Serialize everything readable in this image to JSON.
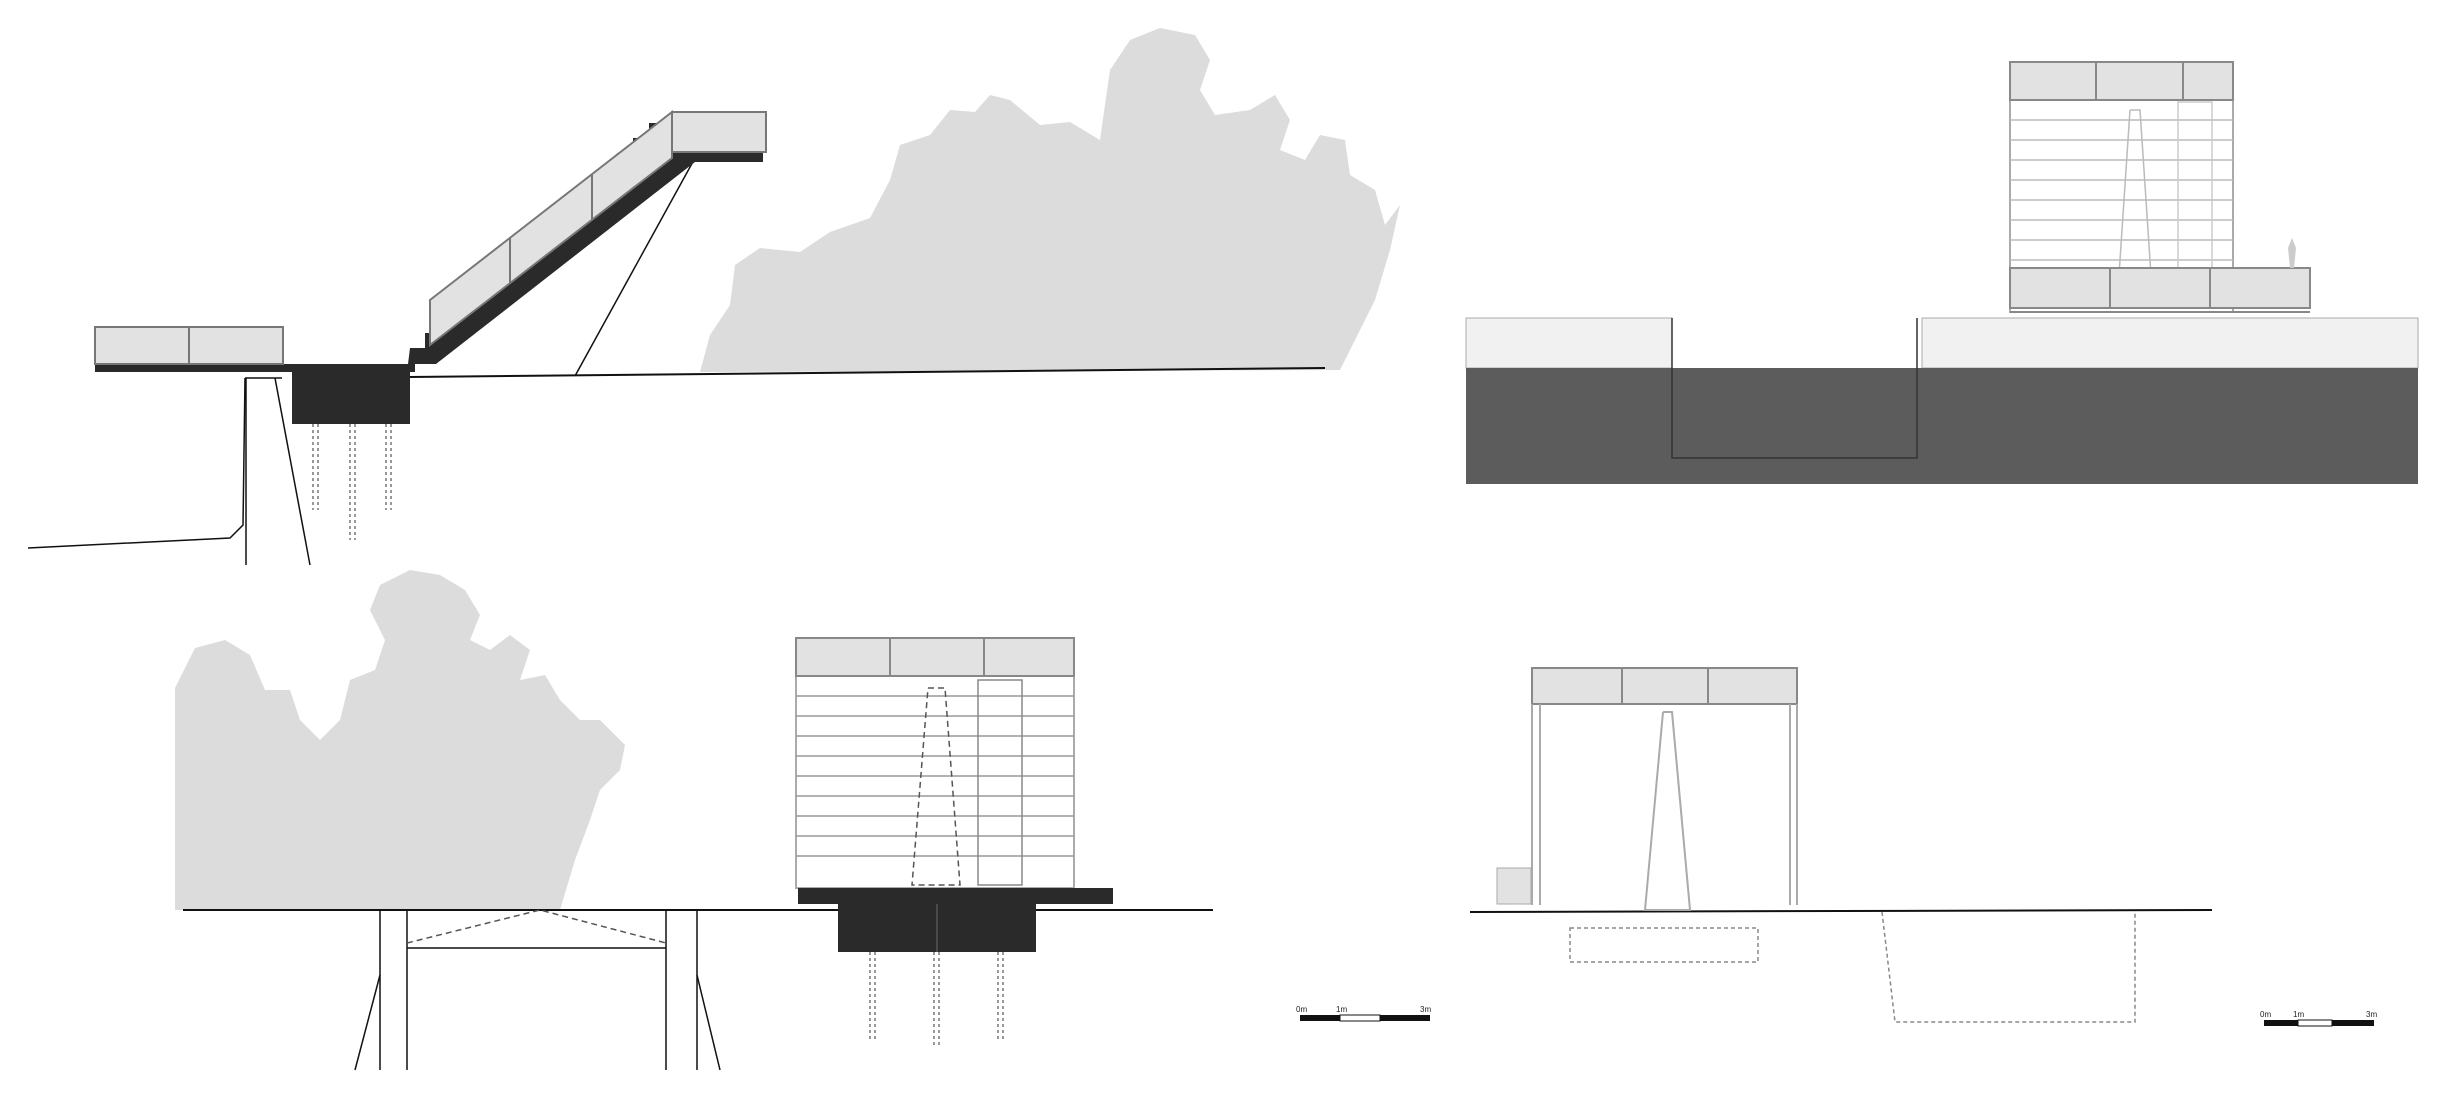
{
  "colors": {
    "background": "#ffffff",
    "line": "#111111",
    "concrete": "#2a2a2a",
    "ground_mass": "#5c5c5c",
    "foliage": "#dcdcdc",
    "glass": "#e2e2e2",
    "gravel": "#f1f1f1",
    "hidden_line": "#555555"
  },
  "scale_bars": [
    {
      "name": "scale-bar-upper",
      "labels": [
        "0m",
        "1m",
        "3m"
      ]
    },
    {
      "name": "scale-bar-lower",
      "labels": [
        "0m",
        "1m",
        "3m"
      ]
    }
  ],
  "icons": [
    "foliage-silhouette",
    "glass-balustrade",
    "stair-flight",
    "pile-foundation",
    "section-cut-mass"
  ]
}
